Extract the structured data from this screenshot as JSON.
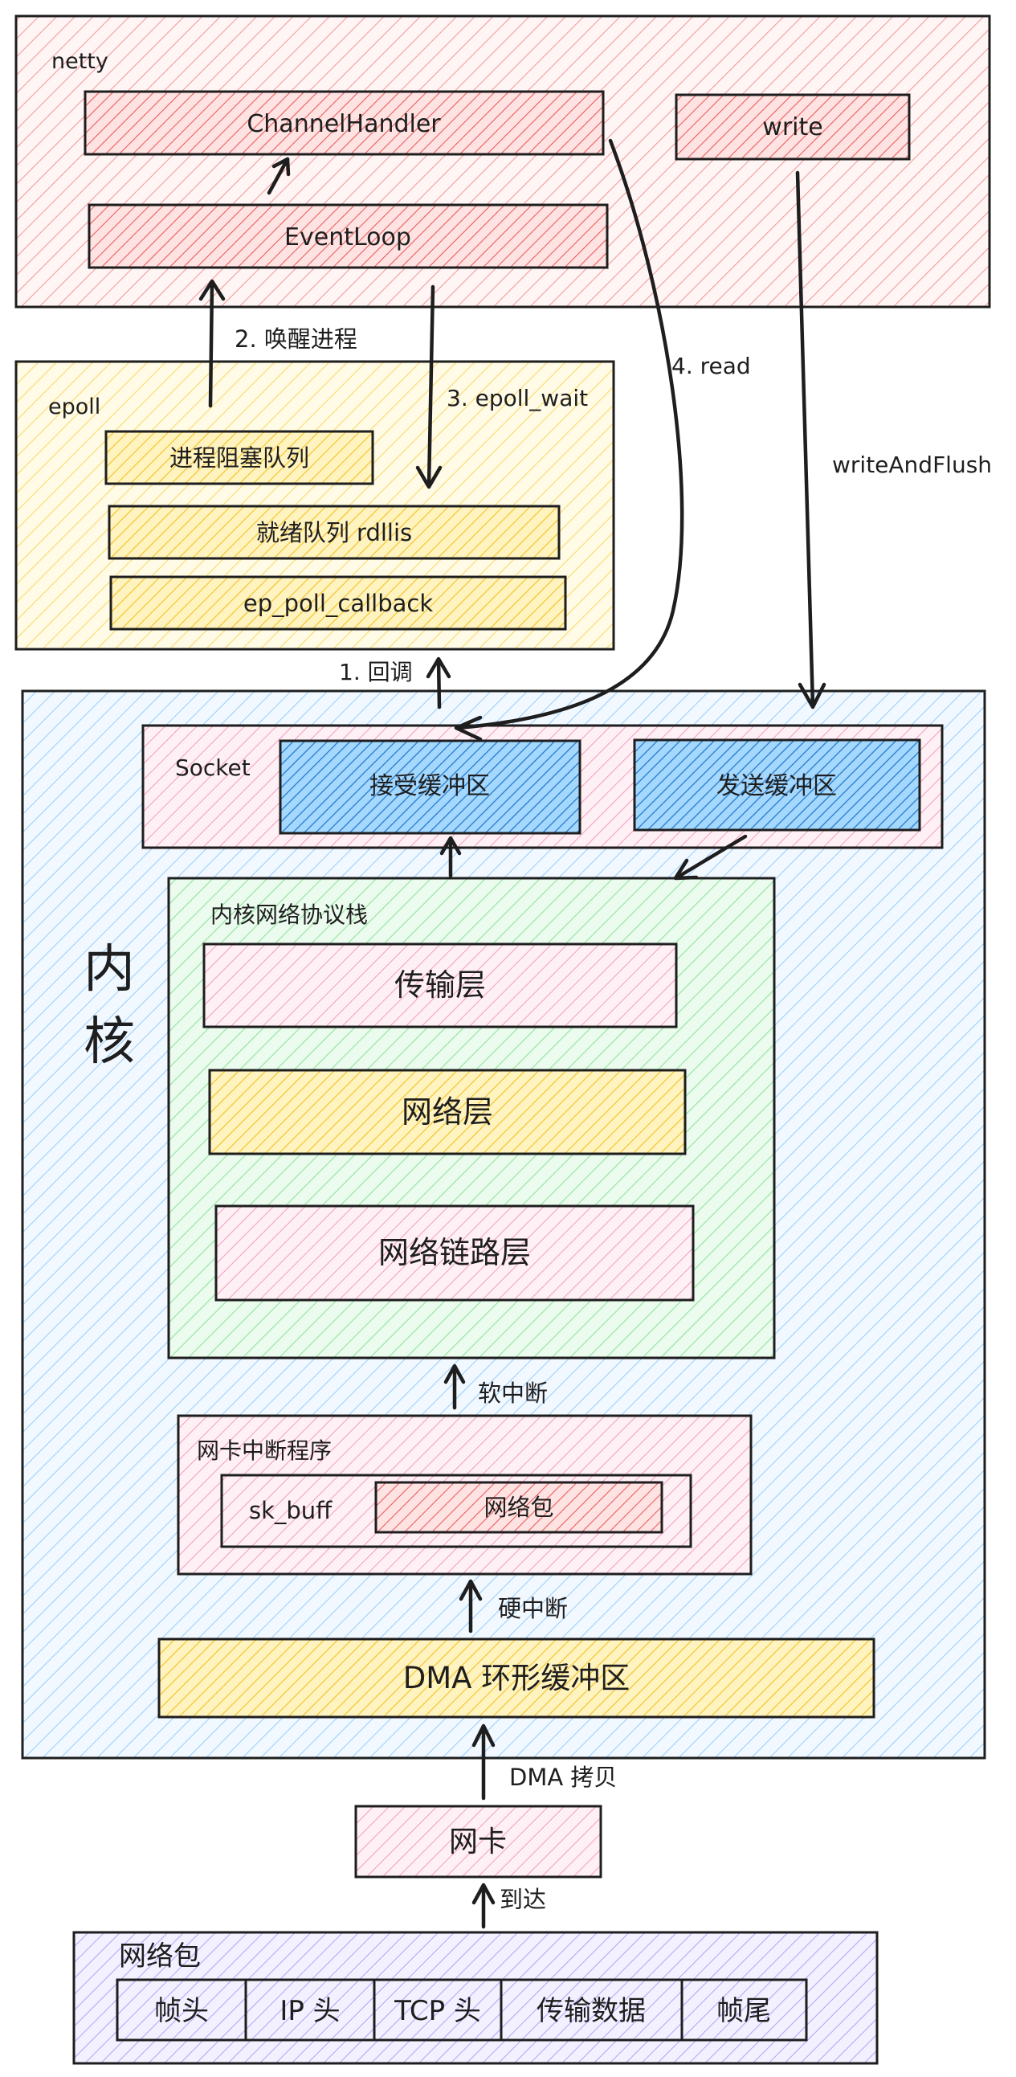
{
  "colors": {
    "netty": "#e03131",
    "epoll": "#f5c518",
    "kernel": "#4dabf7",
    "socket": "#e64980",
    "buffer": "#1971c2",
    "stack": "#69db7c",
    "transport": "#e03131",
    "network": "#f5c518",
    "link": "#e64980",
    "nic_irq": "#e64980",
    "dma": "#f5c518",
    "nic": "#e64980",
    "packet": "#7950f2"
  },
  "netty": {
    "label": "netty",
    "channel_handler": "ChannelHandler",
    "event_loop": "EventLoop",
    "write": "write"
  },
  "epoll": {
    "label": "epoll",
    "blocked_queue": "进程阻塞队列",
    "ready_list": "就绪队列 rdllis",
    "callback": "ep_poll_callback"
  },
  "kernel": {
    "label_line1": "内",
    "label_line2": "核",
    "socket": {
      "label": "Socket",
      "recv_buffer": "接受缓冲区",
      "send_buffer": "发送缓冲区"
    },
    "stack": {
      "label": "内核网络协议栈",
      "transport": "传输层",
      "network": "网络层",
      "link": "网络链路层"
    },
    "nic_irq": {
      "label": "网卡中断程序",
      "sk_buff": "sk_buff",
      "packet": "网络包"
    },
    "dma": "DMA 环形缓冲区"
  },
  "nic": "网卡",
  "packet": {
    "label": "网络包",
    "parts": [
      "帧头",
      "IP 头",
      "TCP 头",
      "传输数据",
      "帧尾"
    ]
  },
  "edges": {
    "wake": "2. 唤醒进程",
    "epoll_wait": "3. epoll_wait",
    "read": "4. read",
    "write_and_flush": "writeAndFlush",
    "callback": "1. 回调",
    "soft_irq": "软中断",
    "hard_irq": "硬中断",
    "dma_copy": "DMA 拷贝",
    "arrive": "到达"
  }
}
